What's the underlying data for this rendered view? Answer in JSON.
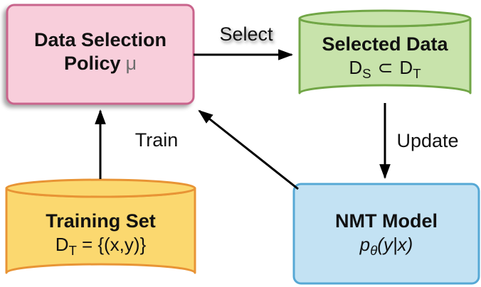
{
  "nodes": {
    "policy": {
      "title_line1": "Data Selection",
      "title_line2": "Policy",
      "symbol": "μ"
    },
    "selected_data": {
      "title": "Selected Data",
      "formula": {
        "base1": "D",
        "sub1": "S",
        "operator": "⊂",
        "base2": "D",
        "sub2": "T"
      }
    },
    "training_set": {
      "title": "Training Set",
      "formula": {
        "base": "D",
        "sub": "T",
        "rest": "= {(x,y)}"
      }
    },
    "nmt_model": {
      "title": "NMT Model",
      "formula": {
        "base": "p",
        "sub": "θ",
        "rest": "(y|x)"
      }
    }
  },
  "edges": {
    "select": {
      "label": "Select"
    },
    "train": {
      "label": "Train"
    },
    "update": {
      "label": "Update"
    }
  },
  "colors": {
    "policy_fill": "#f8cedb",
    "policy_border": "#c9648c",
    "selected_fill": "#c8e3ab",
    "selected_border": "#71a646",
    "training_fill": "#fbd86f",
    "training_border": "#e89435",
    "nmt_fill": "#c3e2f3",
    "nmt_border": "#56a8d5",
    "arrow": "#000000"
  }
}
